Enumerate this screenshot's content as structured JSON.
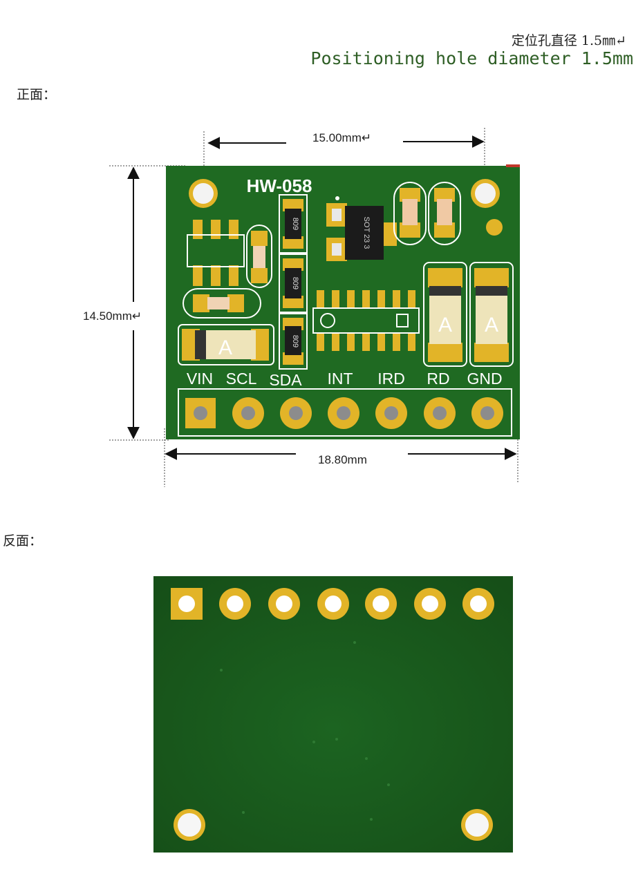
{
  "notes": {
    "hole_note_cn": "定位孔直径 1.5㎜↵",
    "hole_note_en": "Positioning hole diameter 1.5mm"
  },
  "front": {
    "section_label": "正面：",
    "board_name": "HW-058",
    "dim_width_holes": "15.00mm↵",
    "dim_height": "14.50mm↵",
    "dim_width_board": "18.80mm",
    "chip_label": "SOT 23 3",
    "resistor_code": "809",
    "diode_mark": "A",
    "pins": [
      "VIN",
      "SCL",
      "SDA",
      "INT",
      "IRD",
      "RD",
      "GND"
    ]
  },
  "back": {
    "section_label": "反面："
  },
  "colors": {
    "pcb": "#1f6a22",
    "pcb_dark": "#175a1a",
    "pad_gold": "#e2b428",
    "silkscreen": "#ffffff",
    "note_green": "#2e5e25"
  }
}
